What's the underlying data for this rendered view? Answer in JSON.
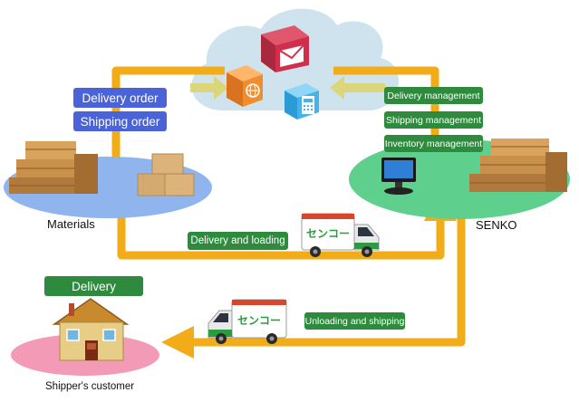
{
  "labels": {
    "delivery_order": "Delivery order",
    "shipping_order": "Shipping order",
    "delivery_management": "Delivery management",
    "shipping_management": "Shipping management",
    "inventory_management": "Inventory management",
    "materials": "Materials",
    "senko": "SENKO",
    "delivery_and_loading": "Delivery and loading",
    "unloading_and_shipping": "Unloading and shipping",
    "delivery": "Delivery",
    "shippers_customer": "Shipper's customer"
  },
  "truck_logo_text": "センコー",
  "icons": [
    "cloud-icon",
    "mail-icon",
    "globe-icon",
    "fax-icon",
    "monitor-icon",
    "truck-icon",
    "house-icon",
    "lumber-icon",
    "box-icon"
  ],
  "colors": {
    "arrow": "#f2ac18",
    "cloud": "#cfe3ee",
    "cloud_arrow": "#dcd67a",
    "materials_platform": "#8fb4ee",
    "senko_platform": "#5fcf8e",
    "customer_platform": "#f29ab6",
    "tag_blue": "#4a63d8",
    "tag_green": "#2e8b3e",
    "truck_green": "#2b9b3f"
  }
}
